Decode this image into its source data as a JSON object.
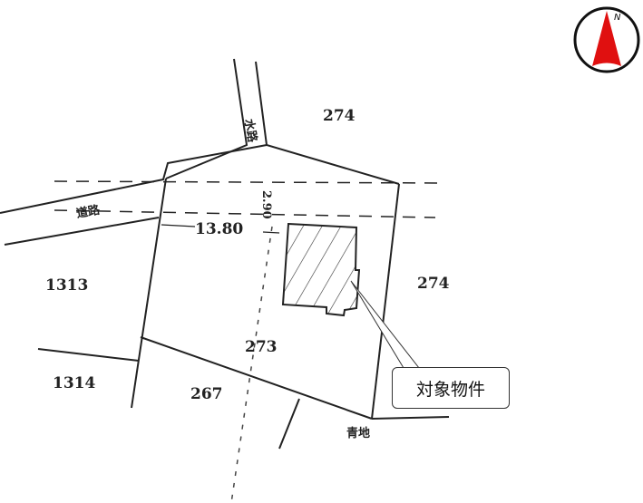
{
  "map": {
    "parcels": [
      {
        "id": "parcel-274-top",
        "label": "274"
      },
      {
        "id": "parcel-274-right",
        "label": "274"
      },
      {
        "id": "parcel-1313",
        "label": "1313"
      },
      {
        "id": "parcel-1314",
        "label": "1314"
      },
      {
        "id": "parcel-273",
        "label": "273"
      },
      {
        "id": "parcel-267",
        "label": "267"
      }
    ],
    "road_label": "道路",
    "waterway_label": "水路",
    "green_land_label": "青地",
    "dimension_width": "13.80",
    "dimension_setback": "2.90",
    "callout": "対象物件",
    "compass": {
      "label": "N",
      "color": "#e01010"
    }
  }
}
